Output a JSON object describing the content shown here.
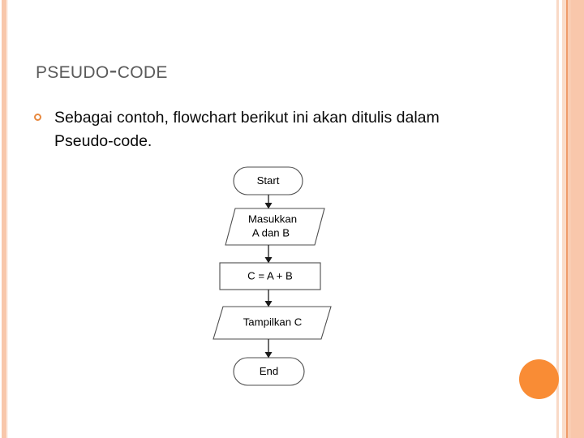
{
  "slide": {
    "title": "Pseudo-code",
    "body": {
      "bullet_icon": "hollow-circle-bullet",
      "text": "Sebagai contoh, flowchart berikut ini akan ditulis dalam Pseudo-code."
    }
  },
  "theme": {
    "accent_orange": "#f98c35",
    "stripe_peach": "#f9c7ab",
    "stripe_dark_orange": "#ef9b6a",
    "title_gray": "#5a5a5a",
    "bullet_orange": "#e8893f",
    "shape_stroke": "#4d4d4d",
    "shape_fill": "#ffffff"
  },
  "flowchart": {
    "type": "flowchart",
    "orientation": "vertical",
    "nodes": [
      {
        "id": "start",
        "shape": "terminator",
        "label": "Start"
      },
      {
        "id": "input",
        "shape": "parallelogram",
        "label": "Masukkan A dan B",
        "line1": "Masukkan",
        "line2": "A dan B"
      },
      {
        "id": "proc",
        "shape": "rectangle",
        "label": "C = A + B"
      },
      {
        "id": "output",
        "shape": "parallelogram",
        "label": "Tampilkan C"
      },
      {
        "id": "end",
        "shape": "terminator",
        "label": "End"
      }
    ],
    "edges": [
      {
        "from": "start",
        "to": "input"
      },
      {
        "from": "input",
        "to": "proc"
      },
      {
        "from": "proc",
        "to": "output"
      },
      {
        "from": "output",
        "to": "end"
      }
    ]
  },
  "decoration": {
    "circle": "orange-circle"
  }
}
